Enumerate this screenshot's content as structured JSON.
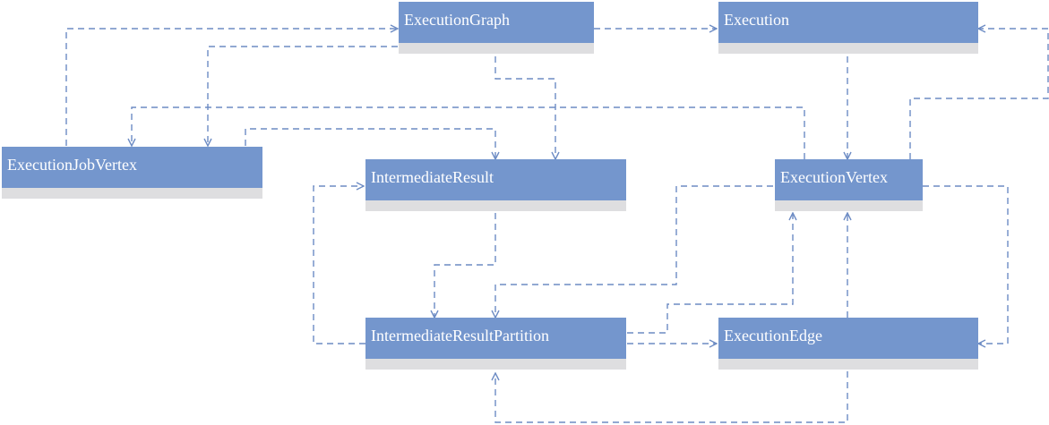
{
  "diagram": {
    "nodes": [
      {
        "id": "execution-graph",
        "label": "ExecutionGraph"
      },
      {
        "id": "execution",
        "label": "Execution"
      },
      {
        "id": "execution-job-vertex",
        "label": "ExecutionJobVertex"
      },
      {
        "id": "intermediate-result",
        "label": "IntermediateResult"
      },
      {
        "id": "execution-vertex",
        "label": "ExecutionVertex"
      },
      {
        "id": "intermediate-result-partition",
        "label": "IntermediateResultPartition"
      },
      {
        "id": "execution-edge",
        "label": "ExecutionEdge"
      }
    ],
    "colors": {
      "header": "#7496cd",
      "footer": "#dedee0",
      "edge": "#6d8cc4",
      "text": "#ffffff"
    }
  }
}
